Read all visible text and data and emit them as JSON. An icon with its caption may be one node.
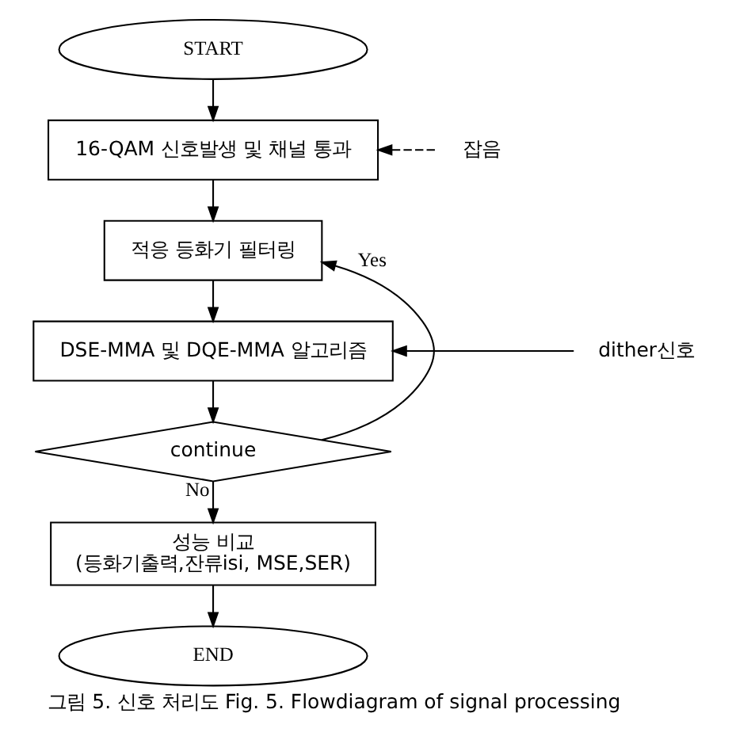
{
  "diagram": {
    "caption": "그림 5. 신호 처리도 Fig. 5. Flowdiagram of signal processing",
    "nodes": [
      {
        "text": [
          "START"
        ]
      },
      {
        "text": [
          "16-QAM 신호발생 및 채널 통과"
        ]
      },
      {
        "text": [
          "적응 등화기 필터링"
        ]
      },
      {
        "text": [
          "DSE-MMA 및 DQE-MMA 알고리즘"
        ]
      },
      {
        "text": [
          "continue"
        ]
      },
      {
        "text": [
          "성능 비교",
          "(등화기출력,잔류isi, MSE,SER)"
        ]
      },
      {
        "text": [
          "END"
        ]
      },
      {
        "text": [
          "잡음"
        ]
      },
      {
        "text": [
          "dither신호"
        ]
      }
    ],
    "edges": [
      {
        "from": 0,
        "to": 1,
        "arrow": "to"
      },
      {
        "from": 1,
        "to": 2,
        "arrow": "to"
      },
      {
        "from": 2,
        "to": 3,
        "arrow": "to"
      },
      {
        "from": 3,
        "to": 4,
        "arrow": "to"
      },
      {
        "from": 4,
        "to": 2,
        "arrow": "to",
        "label": "Yes"
      },
      {
        "from": 4,
        "to": 5,
        "arrow": "to",
        "label": "No"
      },
      {
        "from": 5,
        "to": 6,
        "arrow": "to"
      },
      {
        "from": 7,
        "to": 1,
        "arrow": "to",
        "style": "dashed"
      },
      {
        "from": 8,
        "to": 3,
        "arrow": "to"
      }
    ]
  }
}
